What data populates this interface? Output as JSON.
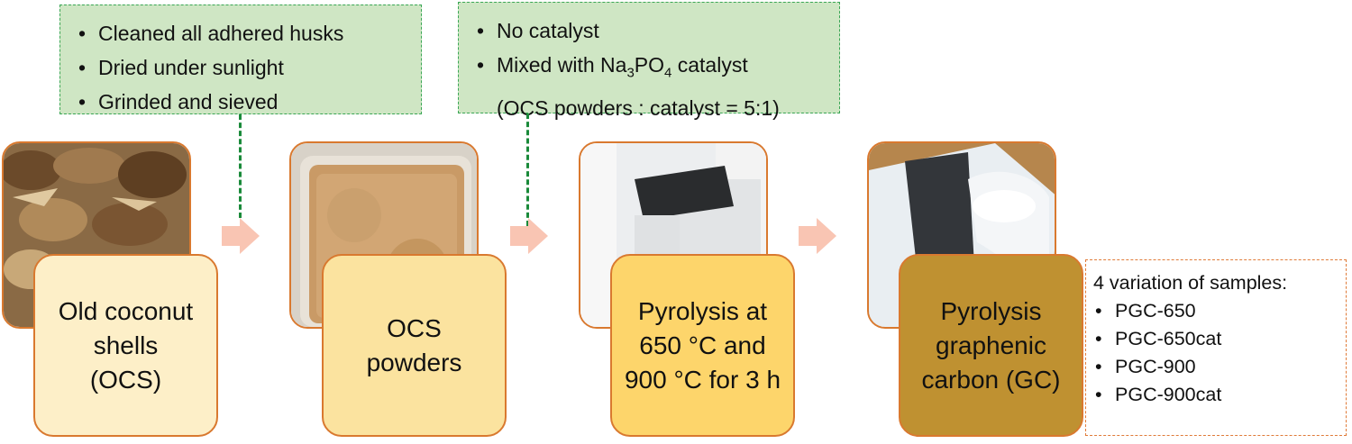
{
  "note_prepare": {
    "items": [
      "Cleaned all adhered husks",
      "Dried under sunlight",
      "Grinded and sieved"
    ]
  },
  "note_catalyst": {
    "item1": "No catalyst",
    "item2_prefix": "Mixed with Na",
    "item2_sub1": "3",
    "item2_mid": "PO",
    "item2_sub2": "4",
    "item2_suffix": " catalyst",
    "item2_cont": "(OCS powders : catalyst = 5:1)"
  },
  "steps": [
    {
      "label": "Old coconut shells (OCS)",
      "color": "#fdefc8"
    },
    {
      "label": "OCS powders",
      "color": "#fbe39f"
    },
    {
      "label": "Pyrolysis at 650 °C and 900 °C for 3 h",
      "color": "#fdd56b"
    },
    {
      "label": "Pyrolysis graphenic carbon (GC)",
      "color": "#bf9131"
    }
  ],
  "samples": {
    "title": "4 variation of samples:",
    "items": [
      "PGC-650",
      "PGC-650cat",
      "PGC-900",
      "PGC-900cat"
    ]
  },
  "colors": {
    "box_border": "#d9792f",
    "note_fill": "#cfe6c4",
    "note_border": "#3aa655",
    "arrow": "#f9c5b3"
  }
}
